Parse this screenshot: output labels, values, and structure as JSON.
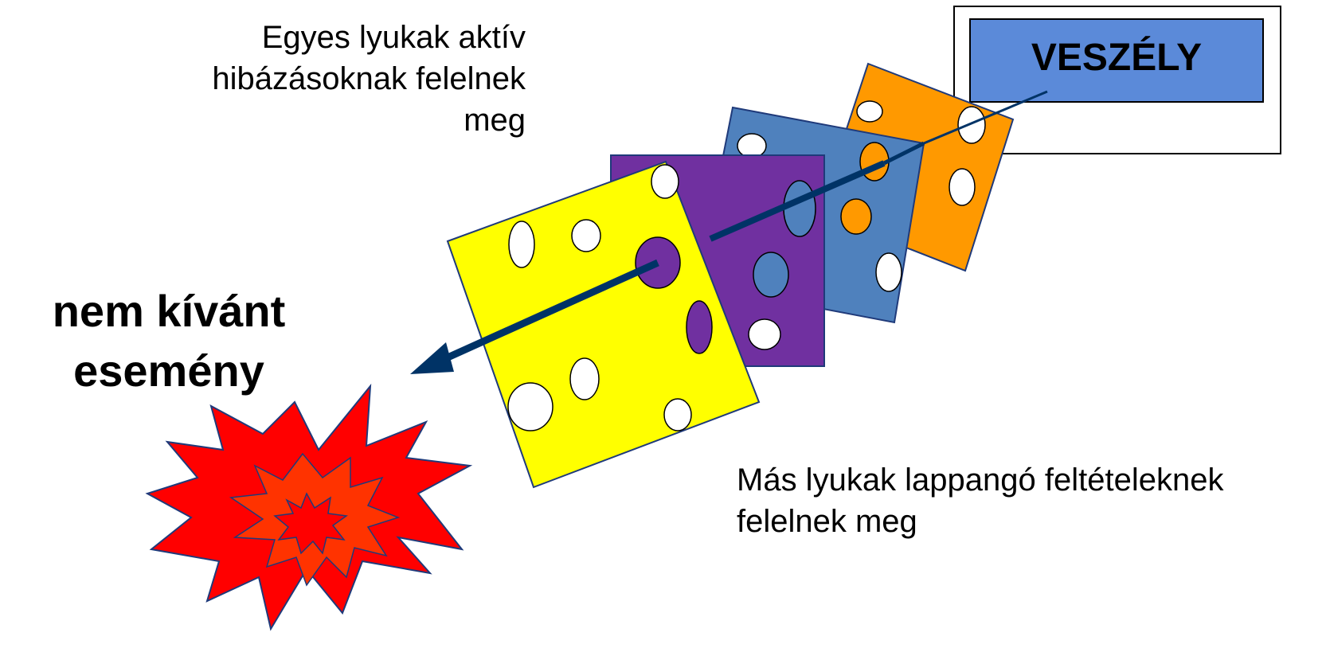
{
  "hazard_label": "VESZÉLY",
  "active_failures_label": [
    "Egyes lyukak aktív",
    "hibázásoknak felelnek",
    "meg"
  ],
  "latent_conditions_label": [
    "Más lyukak lappangó feltételeknek",
    "felelnek meg"
  ],
  "outcome_label": [
    "nem kívánt",
    "esemény"
  ],
  "colors": {
    "hazard_box": "#5b8ad9",
    "slice_orange": "#ff9900",
    "slice_blue": "#4f81bd",
    "slice_purple": "#7030a0",
    "slice_yellow": "#ffff00",
    "trajectory": "#003366",
    "explosion_outer": "#ff0000",
    "explosion_inner": "#ff3300"
  }
}
